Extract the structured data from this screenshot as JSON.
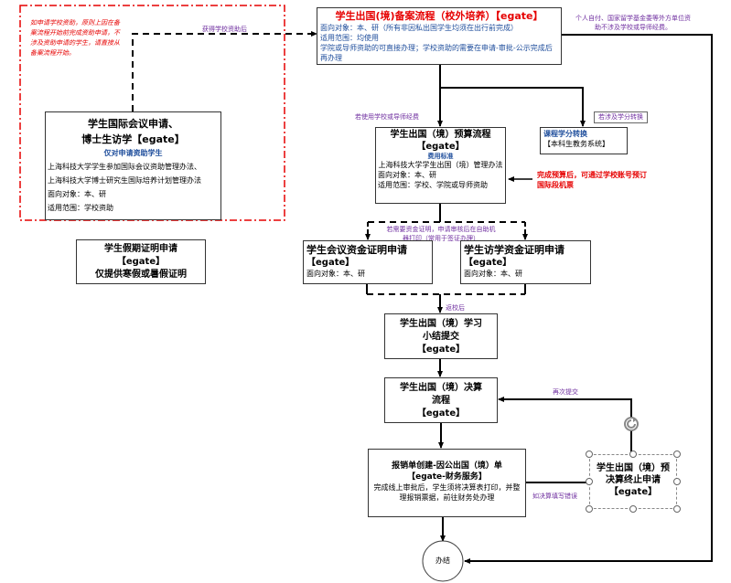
{
  "notes": {
    "red_dashed_note": "如申请学校资助，原则上因在备案流程开始前完成资助申请，不涉及资助申请的学生，请直接从备案流程开始。",
    "after_funding": "获得学校资助后",
    "self_funded": "个人自付、国家留学基金委等外方单位资助不涉及学校或导师经费。",
    "use_school_funds": "若使用学校或导师经费",
    "credit_transfer_tag": "若涉及学分转换",
    "ticket_note": "完成预算后，可通过学校账号预订国际段机票",
    "need_certificate": "若需要资金证明，申请审核后在自助机器打印（常用于签证办理）",
    "after_return": "返校后",
    "resubmit": "再次提交",
    "settlement_error": "如决算填写错误"
  },
  "boxes": {
    "filing": {
      "title": "学生出国(境)备案流程（校外培养）【egate】",
      "lines": [
        "面向对象：本、研（所有非因私出国学生均须在出行前完成）",
        "适用范围：均使用",
        "学院或导师资助的可直接办理；学校资助的需要在申请-审批-公示完成后再办理"
      ]
    },
    "conference": {
      "title_line1": "学生国际会议申请、",
      "title_line2": "博士生访学【egate】",
      "subtitle": "仅对申请资助学生",
      "lines": [
        "上海科技大学学生参加国际会议资助管理办法、",
        "上海科技大学博士研究生国际培养计划管理办法",
        "面向对象：本、研",
        "适用范围：学校资助"
      ]
    },
    "vacation_cert": {
      "line1": "学生假期证明申请",
      "line2": "【egate】",
      "line3": "仅提供寒假或暑假证明"
    },
    "budget": {
      "title": "学生出国（境）预算流程",
      "egate": "【egate】",
      "subtitle": "费用标准",
      "lines": [
        "上海科技大学学生出国（境）管理办法",
        "面向对象：本、研",
        "适用范围：学校、学院或导师资助"
      ]
    },
    "credit": {
      "title": "课程学分转换",
      "system": "【本科生教务系统】"
    },
    "conf_fund_cert": {
      "title": "学生会议资金证明申请",
      "egate": "【egate】",
      "target": "面向对象：本、研"
    },
    "visit_fund_cert": {
      "title": "学生访学资金证明申请",
      "egate": "【egate】",
      "target": "面向对象：本、研"
    },
    "summary": {
      "line1": "学生出国（境）学习",
      "line2": "小结提交",
      "line3": "【egate】"
    },
    "settlement": {
      "line1": "学生出国（境）决算",
      "line2": "流程",
      "line3": "【egate】"
    },
    "reimburse": {
      "title": "报销单创建-因公出国（境）单",
      "egate": "【egate-财务服务】",
      "desc": "完成线上审批后，学生须将决算表打印，并整理报销票据，前往财务处办理"
    },
    "terminate": {
      "line1": "学生出国（境）预",
      "line2": "决算终止申请",
      "line3": "【egate】"
    },
    "end": {
      "label": "办结"
    }
  },
  "colors": {
    "red": "#e60000",
    "blue": "#1f4e9c",
    "purple": "#7030a0",
    "border": "#333333"
  }
}
